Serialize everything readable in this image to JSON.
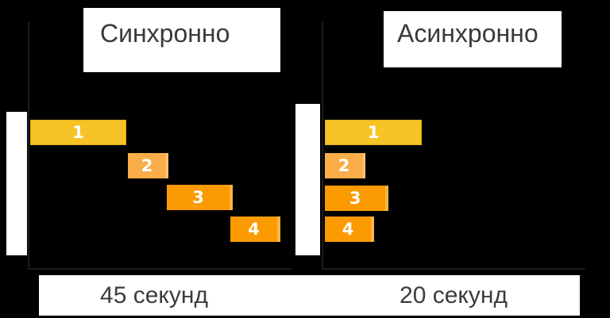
{
  "slide": {
    "background_color": "#000000",
    "panels": [
      {
        "title": "Синхронно",
        "caption": "45 секунд",
        "tasks": [
          {
            "label": "1",
            "color": "#F6C426"
          },
          {
            "label": "2",
            "color": "#FBAD4A"
          },
          {
            "label": "3",
            "color": "#FB9A01"
          },
          {
            "label": "4",
            "color": "#FB9A01"
          }
        ]
      },
      {
        "title": "Асинхронно",
        "caption": "20 секунд",
        "tasks": [
          {
            "label": "1",
            "color": "#F6C426"
          },
          {
            "label": "2",
            "color": "#FBAD4A"
          },
          {
            "label": "3",
            "color": "#FB9A01"
          },
          {
            "label": "4",
            "color": "#FB9A01"
          }
        ]
      }
    ],
    "colors": {
      "task_yellow": "#F6C426",
      "task_light_orange": "#FBAD4A",
      "task_orange": "#FB9A01",
      "panel_white": "#FFFFFF",
      "title_text": "#3A3A3A",
      "axis_line": "#1C1C1C",
      "bar_label_text": "#FFFFFF"
    }
  }
}
